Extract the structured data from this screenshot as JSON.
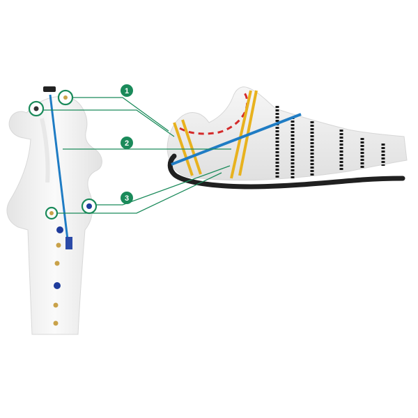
{
  "callouts": [
    {
      "number": "1"
    },
    {
      "number": "2"
    },
    {
      "number": "3"
    }
  ],
  "colors": {
    "callout_green": "#1a8a5a",
    "nail_blue": "#1f7cc4",
    "screw_yellow": "#e8b21e",
    "screw_black": "#1a1a1a",
    "plate_black": "#202020",
    "dashed_red": "#d42a2a",
    "bone_white": "#f2f2f2",
    "locking_blue": "#1f3c9c",
    "locking_gold": "#c9a24a"
  },
  "icons": [
    "intramedullary-nail",
    "yellow-lag-screw",
    "black-locking-screw",
    "lateral-plate",
    "locking-screw-head-gold",
    "locking-screw-head-blue"
  ]
}
